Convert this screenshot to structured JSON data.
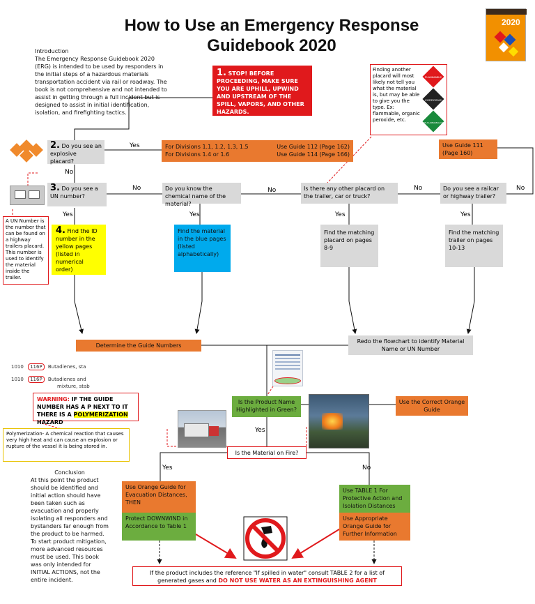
{
  "title_line1": "How to Use an Emergency Response",
  "title_line2": "Guidebook 2020",
  "cover_year": "2020",
  "intro": {
    "heading": "Introduction",
    "body": "The Emergency Response Guidebook 2020 (ERG) is intended to be used by responders in the initial steps of a hazardous materials transportation accident via rail or roadway. The book is not comprehensive and not intended to assist in getting through a full incident but is designed to assist in initial identification, isolation, and firefighting tactics."
  },
  "step1": {
    "num": "1.",
    "text": "STOP! BEFORE PROCEEDING, MAKE SURE YOU ARE UPHILL, UPWIND AND UPSTREAM OF THE SPILL, VAPORS, AND OTHER HAZARDS."
  },
  "placard_note": "Finding another placard will most likely not tell you what the material is, but may be able to give you the type. Ex: flammable, organic peroxide, etc.",
  "placard_labels": [
    "FLAMMABLE",
    "CORROSIVE",
    "NON-FLAMMABLE GAS"
  ],
  "step2": {
    "num": "2.",
    "text": "Do you see an explosive placard?"
  },
  "yes": "Yes",
  "no": "No",
  "divisions": {
    "line1_left": "For Divisions 1.1, 1.2, 1.3, 1.5",
    "line1_right": "Use Guide 112 (Page 162)",
    "line2_left": "For Divisions 1.4 or 1.6",
    "line2_right": "Use Guide 114 (Page 166)"
  },
  "guide111": "Use Guide 111 (Page 160)",
  "step3": {
    "num": "3.",
    "text": "Do you see a UN number?"
  },
  "q_chem": "Do you know the chemical name of the material?",
  "q_other": "Is there any other placard on the trailer, car or truck?",
  "q_rail": "Do you see a railcar or highway trailer?",
  "un_note": "A UN Number is the number that can be found on a highway trailers placard. This number is used to identify the material inside the trailer.",
  "step4": {
    "num": "4.",
    "text": "Find the ID number in the yellow pages (listed in numerical order)"
  },
  "blue_pages": "Find the material in the blue pages (listed alphabetically)",
  "placard_pages": "Find the matching placard on pages 8-9",
  "trailer_pages": "Find the matching trailer on pages 10-13",
  "determine": "Determine the Guide Numbers",
  "redo": "Redo the flowchart to identify Material Name or UN Number",
  "snippet": {
    "r1_id": "1010",
    "r1_guide": "116P",
    "r1_name": "Butadienes, sta",
    "r2_id": "1010",
    "r2_guide": "116P",
    "r2_name": "Butadienes and",
    "r2_name2": "mixture, stab"
  },
  "warning": {
    "label": "WARNING:",
    "text1": " IF THE GUIDE NUMBER HAS A P NEXT TO IT THERE IS A ",
    "poly": "POLYMERIZATION",
    "text2": " HAZARD"
  },
  "polymer_note": "Polymerization- A chemical reaction that causes very high heat and can cause an explosion or rupture of the vessel it is being stored in.",
  "q_green": "Is the Product Name Highlighted in Green?",
  "orange_guide": "Use the Correct Orange Guide",
  "q_fire": "Is the Material on Fire?",
  "conclusion": {
    "heading": "Conclusion",
    "body": "At this point the product should be identified and initial action should have been taken such as evacuation and properly isolating all responders and bystanders far enough from the product to be harmed. To start product mitigation, more advanced resources must be used. This book was only intended for INITIAL ACTIONS, not the entire incident."
  },
  "evac": "Use Orange Guide for Evacuation Distances, THEN",
  "downwind": "Protect DOWNWIND in Accordance to Table 1",
  "table1": "Use TABLE 1 For Protective Action and Isolation Distances",
  "orange_further": "Use Appropriate Orange Guide for Further Information",
  "water": {
    "text": "If the product includes the reference \"If spilled in water\" consult TABLE 2 for a list of generated gases and ",
    "red": "DO NOT USE WATER AS AN EXTINGUISHING AGENT"
  },
  "colors": {
    "orange": "#e9792f",
    "green": "#6cad3f",
    "red": "#e0191c",
    "gray": "#d9d9d9",
    "blue": "#00aaed",
    "yellow": "#ffff00"
  }
}
